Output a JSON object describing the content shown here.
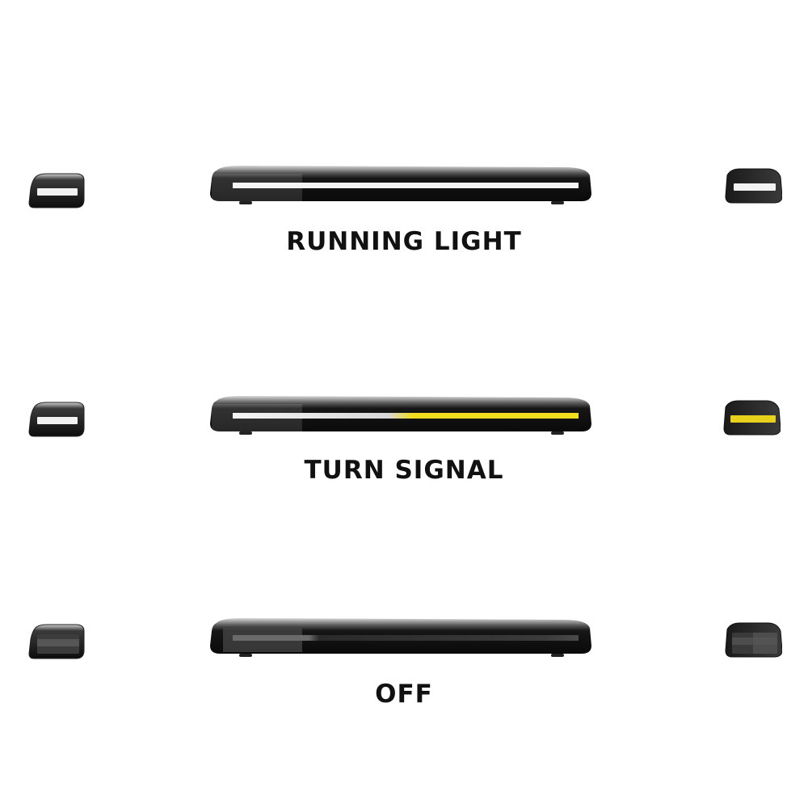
{
  "modes": [
    {
      "label": "RUNNING LIGHT",
      "state": "running",
      "bar_strip": {
        "left_color": "#f4f4f4",
        "right_color": "#f4f4f4"
      },
      "left_marker_strip": "#f2f2f2",
      "right_marker_strip": "#f2f2f2"
    },
    {
      "label": "TURN SIGNAL",
      "state": "turn",
      "bar_strip": {
        "left_color": "#f4f4f4",
        "right_color": "#f2dc1c"
      },
      "left_marker_strip": "#f2f2f2",
      "right_marker_strip": "#e8d11d"
    },
    {
      "label": "OFF",
      "state": "off",
      "bar_strip": {
        "left_color": "#6a6a6a",
        "right_color": "#3a3a3a"
      },
      "left_marker_strip": "#5c5c5c",
      "right_marker_strip": "#555555"
    }
  ],
  "colors": {
    "background": "#ffffff",
    "housing": "#141414",
    "label_text": "#111111",
    "amber": "#f2dc1c"
  }
}
